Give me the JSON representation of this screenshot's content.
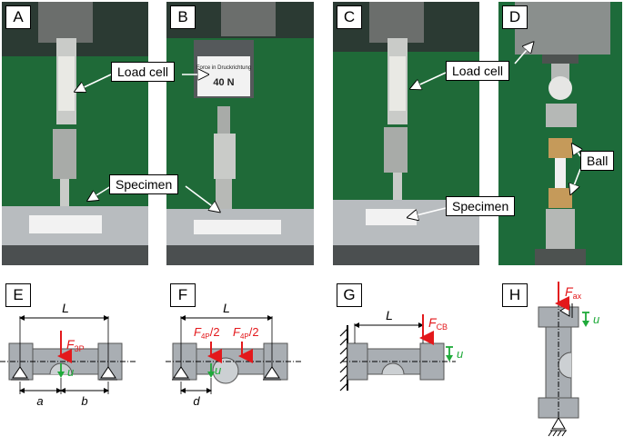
{
  "panels": {
    "A": "A",
    "B": "B",
    "C": "C",
    "D": "D",
    "E": "E",
    "F": "F",
    "G": "G",
    "H": "H"
  },
  "callouts": {
    "load_cell": "Load cell",
    "specimen": "Specimen",
    "ball": "Ball"
  },
  "gauge_label": {
    "line1": "Force in Druckrichtung",
    "line2": "40 N"
  },
  "schematics": {
    "E": {
      "length": "L",
      "force": "F",
      "force_sub": "3P",
      "disp": "u",
      "dim_a": "a",
      "dim_b": "b"
    },
    "F": {
      "length": "L",
      "force1": "F",
      "force1_sub": "4P",
      "force1_suffix": "/2",
      "force2": "F",
      "force2_sub": "4P",
      "force2_suffix": "/2",
      "disp": "u",
      "dim_d": "d"
    },
    "G": {
      "length": "L",
      "force": "F",
      "force_sub": "CB",
      "disp": "u"
    },
    "H": {
      "force": "F",
      "force_sub": "ax",
      "disp": "u"
    }
  },
  "colors": {
    "force_red": "#e3191c",
    "disp_green": "#1faa3a",
    "background_green": "#1d6b3a",
    "specimen_gray": "#a9aeb3"
  }
}
